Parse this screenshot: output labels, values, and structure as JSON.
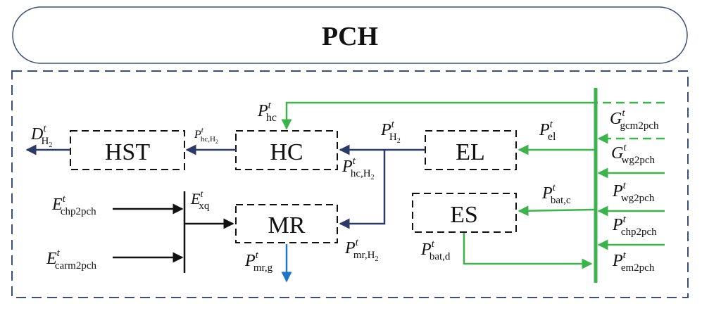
{
  "title": "PCH",
  "blocks": {
    "hst": "HST",
    "hc": "HC",
    "el": "EL",
    "mr": "MR",
    "es": "ES"
  },
  "labels": {
    "d_h2": {
      "base": "D",
      "sup": "t",
      "sub": "H",
      "sub2": "2"
    },
    "p_hc_h2_small": {
      "base": "P",
      "sup": "t",
      "sub": "hc,H",
      "sub2": "2"
    },
    "p_hc": {
      "base": "P",
      "sup": "t",
      "sub": "hc"
    },
    "p_h2": {
      "base": "P",
      "sup": "t",
      "sub": "H",
      "sub2": "2"
    },
    "p_hc_h2": {
      "base": "P",
      "sup": "t",
      "sub": "hc,H",
      "sub2": "2"
    },
    "p_el": {
      "base": "P",
      "sup": "t",
      "sub": "el"
    },
    "g_gcm2pch": {
      "base": "G",
      "sup": "t",
      "sub": "gcm2pch"
    },
    "g_wg2pch": {
      "base": "G",
      "sup": "t",
      "sub": "wg2pch"
    },
    "p_bat_c": {
      "base": "P",
      "sup": "t",
      "sub": "bat,c"
    },
    "p_wg2pch": {
      "base": "P",
      "sup": "t",
      "sub": "wg2pch"
    },
    "p_chp2pch": {
      "base": "P",
      "sup": "t",
      "sub": "chp2pch"
    },
    "p_em2pch": {
      "base": "P",
      "sup": "t",
      "sub": "em2pch"
    },
    "p_bat_d": {
      "base": "P",
      "sup": "t",
      "sub": "bat,d"
    },
    "e_chp2pch": {
      "base": "E",
      "sup": "t",
      "sub": "chp2pch"
    },
    "e_xq": {
      "base": "E",
      "sup": "t",
      "sub": "xq"
    },
    "e_carm2pch": {
      "base": "E",
      "sup": "t",
      "sub": "carm2pch"
    },
    "p_mr_g": {
      "base": "P",
      "sup": "t",
      "sub": "mr,g"
    },
    "p_mr_h2": {
      "base": "P",
      "sup": "t",
      "sub": "mr,H",
      "sub2": "2"
    }
  },
  "colors": {
    "green": "#3cb44b",
    "navy": "#2b3a67",
    "blue": "#1f77c4",
    "black": "#111111",
    "frame": "#3b4f7a"
  }
}
